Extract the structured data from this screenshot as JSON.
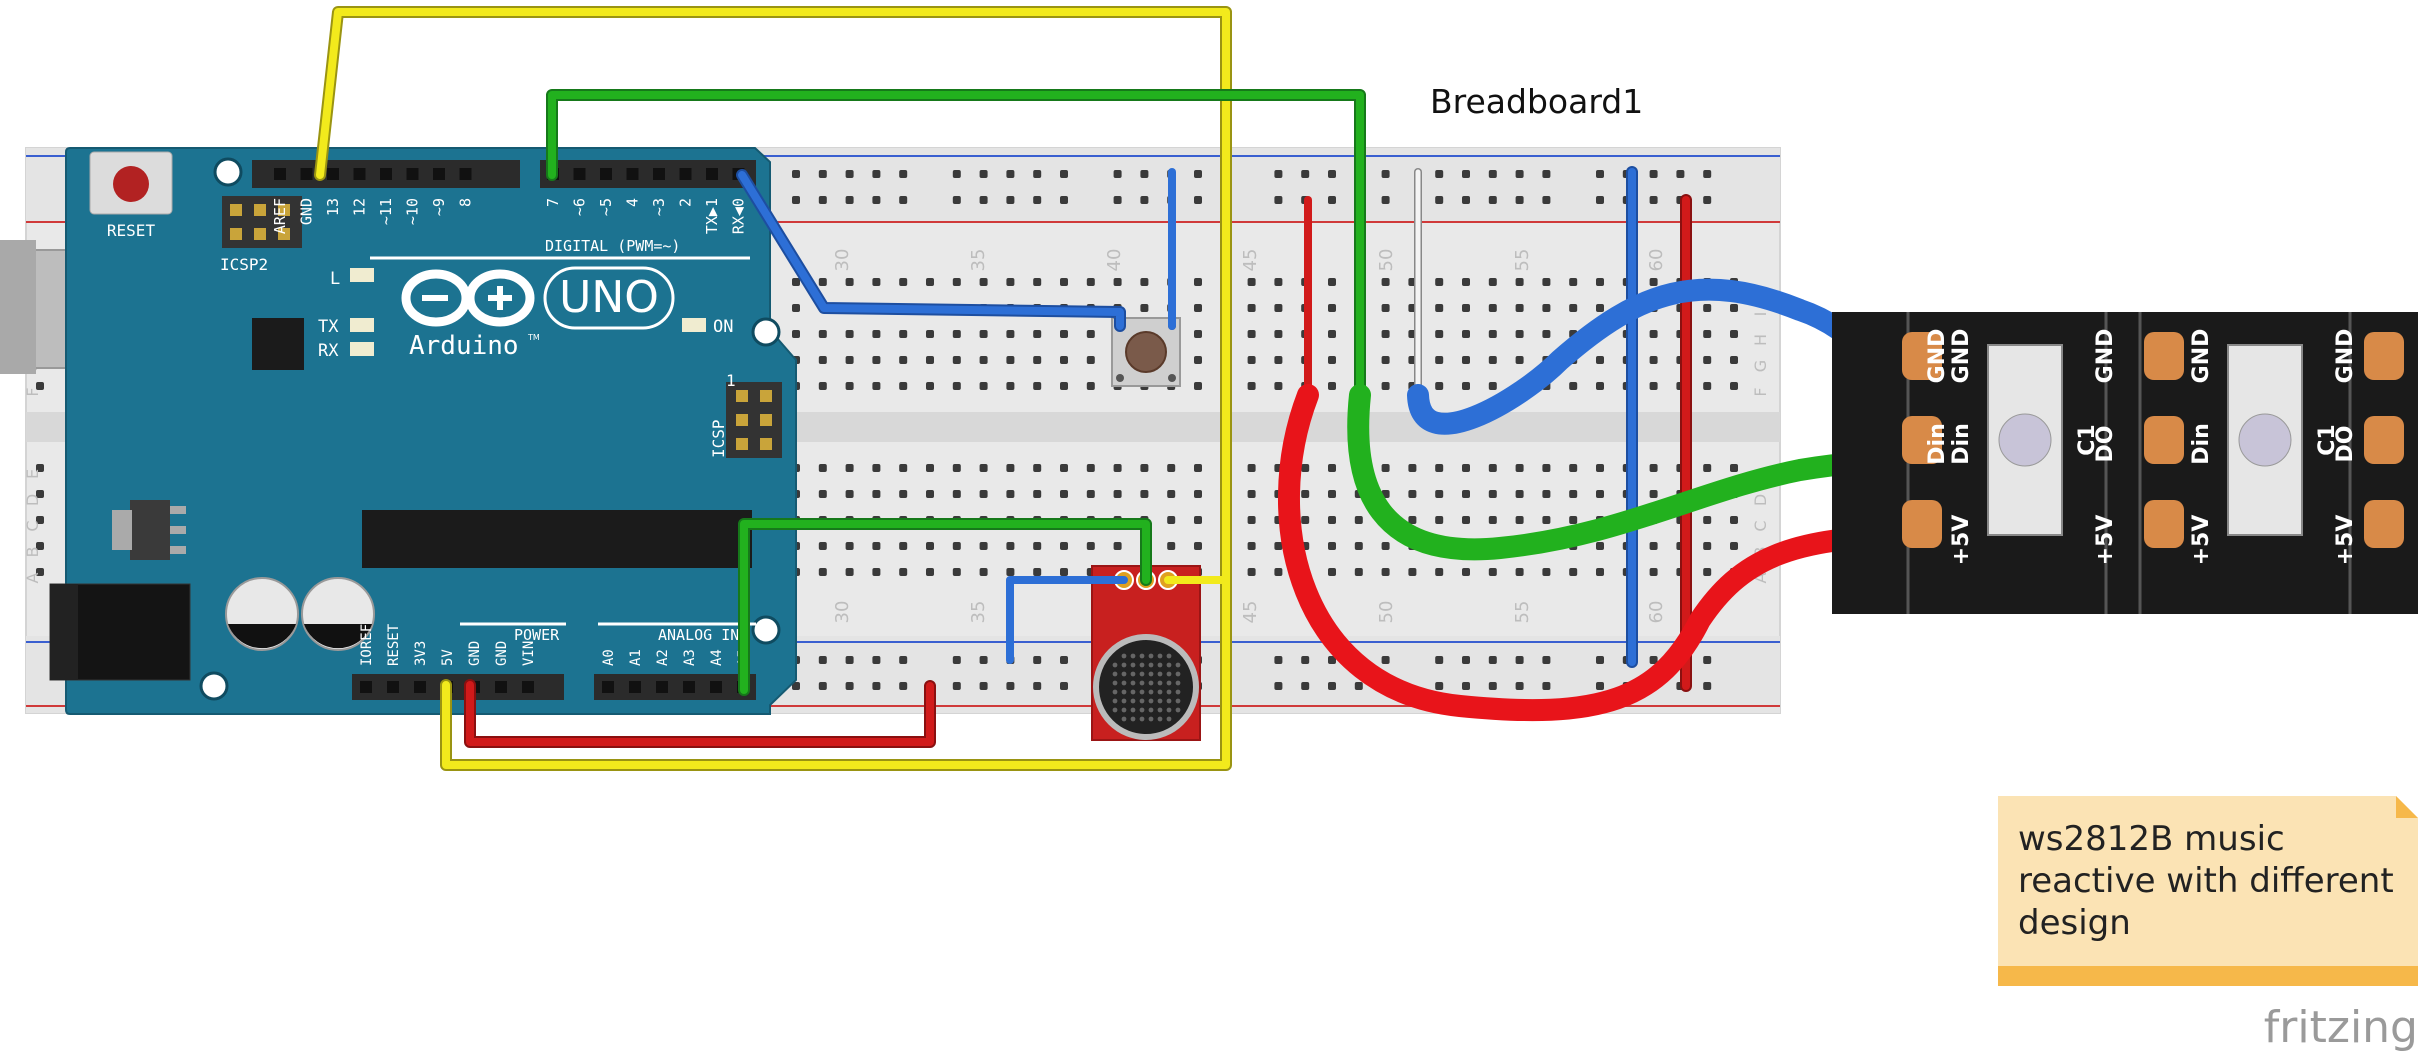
{
  "breadboard": {
    "label": "Breadboard1",
    "col_labels": [
      "30",
      "35",
      "40",
      "45",
      "50",
      "55",
      "60"
    ],
    "row_labels_top": [
      "J",
      "I",
      "H",
      "G",
      "F"
    ],
    "row_labels_bottom": [
      "E",
      "D",
      "C",
      "B",
      "A"
    ]
  },
  "arduino": {
    "reset_label": "RESET",
    "icsp2_label": "ICSP2",
    "icsp_label": "ICSP",
    "icsp_pin1": "1",
    "brand": "Arduino",
    "model": "UNO",
    "tm": "TM",
    "led_l": "L",
    "led_tx": "TX",
    "led_rx": "RX",
    "led_on": "ON",
    "digital_label": "DIGITAL (PWM=~)",
    "power_label": "POWER",
    "analog_label": "ANALOG IN",
    "top_pins_left": [
      "AREF",
      "GND",
      "13",
      "12",
      "~11",
      "~10",
      "~9",
      "8"
    ],
    "top_pins_right": [
      "7",
      "~6",
      "~5",
      "4",
      "~3",
      "2",
      "TX▶1",
      "RX◀0"
    ],
    "power_pins": [
      "IOREF",
      "RESET",
      "3V3",
      "5V",
      "GND",
      "GND",
      "VIN"
    ],
    "analog_pins": [
      "A0",
      "A1",
      "A2",
      "A3",
      "A4",
      "A5"
    ]
  },
  "led_strip": {
    "pad_labels": [
      "GND",
      "Din",
      "+5V"
    ],
    "pad_labels_right": [
      "GND",
      "DO",
      "+5V"
    ],
    "cap_label": "C1"
  },
  "note": {
    "lines": [
      "ws2812B music",
      "reactive with different",
      "design"
    ]
  },
  "watermark": "fritzing",
  "colors": {
    "yellow_wire": "#f2ea1c",
    "green_wire": "#22b11e",
    "blue_wire": "#2d6fd6",
    "red_wire": "#d11a1a",
    "arduino_board": "#1c7391",
    "breadboard": "#e9e9e9",
    "led_strip": "#1a1a1a",
    "note_bg": "#fbe3b4",
    "note_bar": "#f6b84a"
  }
}
